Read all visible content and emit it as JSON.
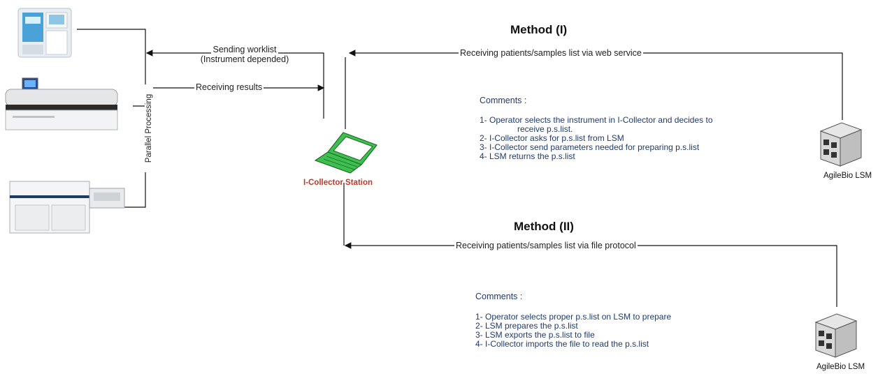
{
  "method1": {
    "title": "Method (I)",
    "flow_label": "Receiving patients/samples list via web service",
    "comments_title": "Comments :",
    "comments": [
      "1- Operator selects the instrument in I-Collector and decides to",
      "receive p.s.list.",
      "2- I-Collector asks for p.s.list from LSM",
      "3- I-Collector send parameters needed for preparing p.s.list",
      "4- LSM returns the p.s.list"
    ],
    "server_label": "AgileBio LSM"
  },
  "method2": {
    "title": "Method (II)",
    "flow_label": "Receiving patients/samples list via file protocol",
    "comments_title": "Comments :",
    "comments": [
      "1- Operator selects proper p.s.list on LSM to prepare",
      "2- LSM prepares the p.s.list",
      "3- LSM exports the p.s.list to file",
      "4- I-Collector imports the file to read the p.s.list"
    ],
    "server_label": "AgileBio LSM"
  },
  "instruments": {
    "sending_label_1": "Sending worklist",
    "sending_label_2": "(Instrument depended)",
    "receiving_label": "Receiving results",
    "parallel_label": "Parallel Processing"
  },
  "station": {
    "label": "I-Collector Station"
  },
  "colors": {
    "laptop": "#3fbf4f",
    "station_label": "#c0392b",
    "comments": "#1f3b6e"
  }
}
